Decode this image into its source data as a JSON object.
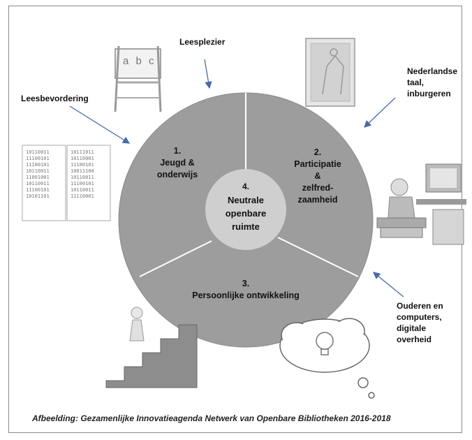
{
  "labels": {
    "leesplezier": "Leesplezier",
    "leesbevordering": "Leesbevordering",
    "nederlandse": [
      "Nederlandse",
      "taal,",
      "inburgeren"
    ],
    "ouderen": [
      "Ouderen en",
      "computers,",
      "digitale",
      "overheid"
    ]
  },
  "segments": {
    "s1": [
      "1.",
      "Jeugd &",
      "onderwijs"
    ],
    "s2": [
      "2.",
      "Participatie",
      "&",
      "zelfred-",
      "zaamheid"
    ],
    "s3": [
      "3.",
      "Persoonlijke ontwikkeling"
    ],
    "s4": [
      "4.",
      "Neutrale",
      "openbare",
      "ruimte"
    ]
  },
  "binary": {
    "left": [
      "10110011",
      "11100101",
      "11100101",
      "10110011",
      "11001001",
      "10110011",
      "11100101",
      "10101101"
    ],
    "right": [
      "10111011",
      "10110001",
      "11100101",
      "10011100",
      "10110011",
      "11100101",
      "10110011",
      "11110001"
    ]
  },
  "easel_text": "a b c",
  "caption": "Afbeelding: Gezamenlijke Innovatieagenda Netwerk van Openbare Bibliotheken 2016-2018",
  "colors": {
    "outer": "#9d9d9d",
    "inner": "#cfcfcf",
    "lines": "#ffffff",
    "arrows": "#4a6aa8"
  }
}
